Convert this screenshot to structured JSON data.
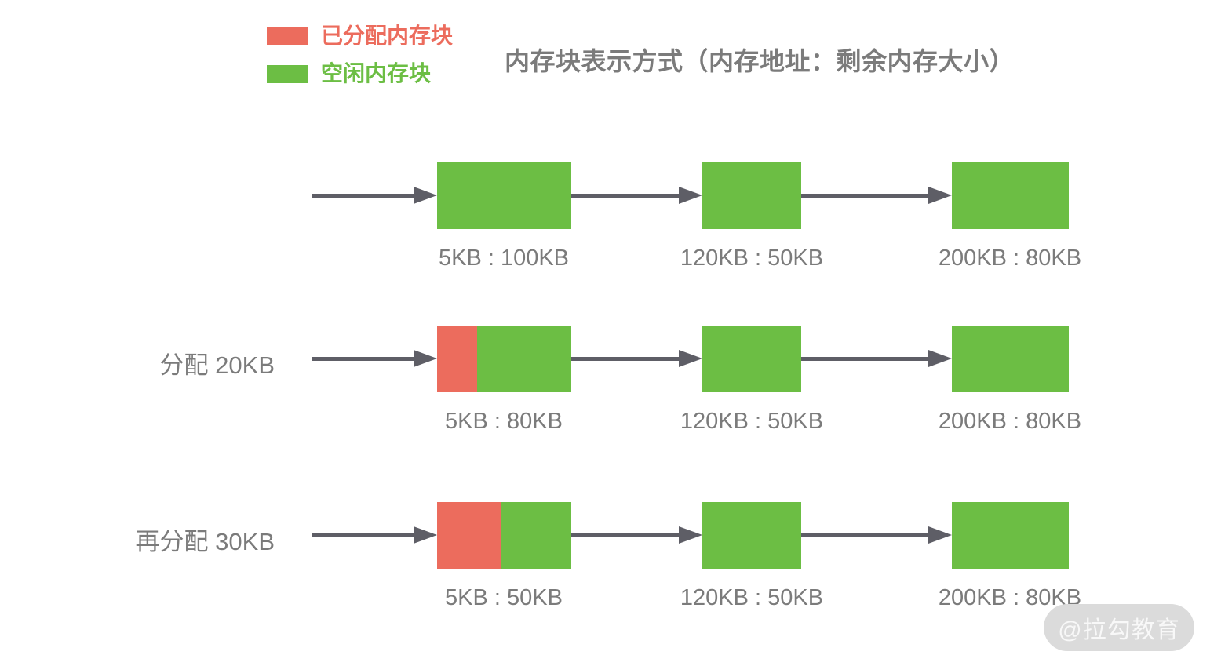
{
  "title": "内存块表示方式（内存地址：剩余内存大小）",
  "legend": {
    "allocated": {
      "label": "已分配内存块",
      "color": "#EC6C5D"
    },
    "free": {
      "label": "空闲内存块",
      "color": "#6CBE44"
    }
  },
  "colors": {
    "allocated_block": "#EC6C5D",
    "free_block": "#6CBE44",
    "arrow": "#5E5E66",
    "label_text": "#7B7B7B",
    "watermark_bg": "#DBDBDB",
    "watermark_text": "#F8F8F8"
  },
  "rows": [
    {
      "label": "",
      "nodes": [
        {
          "address": "5KB",
          "free_size": "100KB",
          "label": "5KB : 100KB",
          "allocated_fraction": 0
        },
        {
          "address": "120KB",
          "free_size": "50KB",
          "label": "120KB : 50KB",
          "allocated_fraction": 0
        },
        {
          "address": "200KB",
          "free_size": "80KB",
          "label": "200KB : 80KB",
          "allocated_fraction": 0
        }
      ]
    },
    {
      "label": "分配 20KB",
      "nodes": [
        {
          "address": "5KB",
          "free_size": "80KB",
          "label": "5KB : 80KB",
          "allocated_fraction": 0.3
        },
        {
          "address": "120KB",
          "free_size": "50KB",
          "label": "120KB : 50KB",
          "allocated_fraction": 0
        },
        {
          "address": "200KB",
          "free_size": "80KB",
          "label": "200KB : 80KB",
          "allocated_fraction": 0
        }
      ]
    },
    {
      "label": "再分配 30KB",
      "nodes": [
        {
          "address": "5KB",
          "free_size": "50KB",
          "label": "5KB : 50KB",
          "allocated_fraction": 0.48
        },
        {
          "address": "120KB",
          "free_size": "50KB",
          "label": "120KB : 50KB",
          "allocated_fraction": 0
        },
        {
          "address": "200KB",
          "free_size": "80KB",
          "label": "200KB : 80KB",
          "allocated_fraction": 0
        }
      ]
    }
  ],
  "watermark": {
    "text": "@拉勾教育"
  }
}
